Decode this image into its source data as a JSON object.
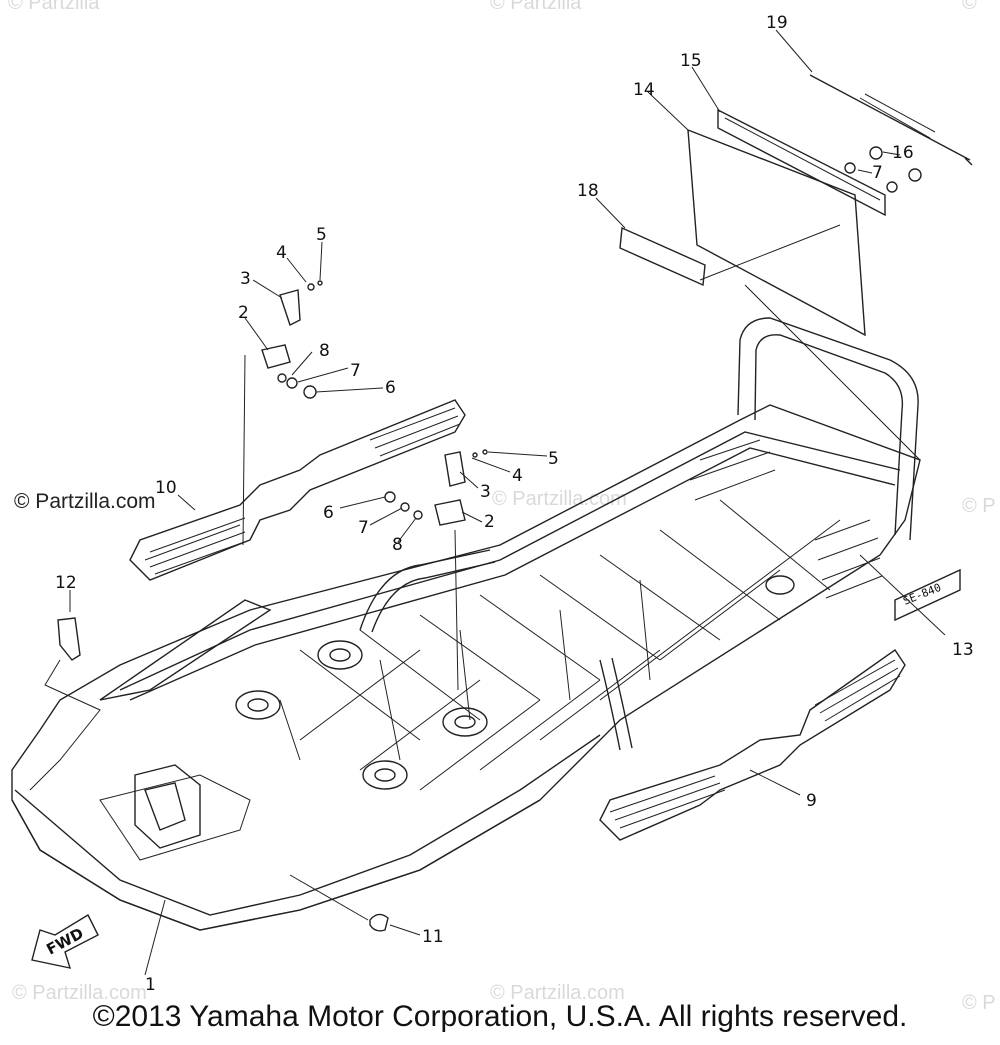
{
  "watermarks": {
    "top_left": "© Partzilla",
    "top_center": "© Partzilla",
    "top_right": "©",
    "mid_center": "© Partzilla.com",
    "mid_right": "© P",
    "bottom_left": "© Partzilla.com",
    "bottom_center": "© Partzilla.com",
    "bottom_right": "© P"
  },
  "logo_text": "© Partzilla.com",
  "copyright": "©2013 Yamaha Motor Corporation, U.S.A. All rights reserved.",
  "fwd_label": "FWD",
  "decal_label": "SE-840",
  "callouts": {
    "c1": "1",
    "c2a": "2",
    "c2b": "2",
    "c3a": "3",
    "c3b": "3",
    "c4a": "4",
    "c4b": "4",
    "c5a": "5",
    "c5b": "5",
    "c6a": "6",
    "c6b": "6",
    "c7a": "7",
    "c7b": "7",
    "c7c": "7",
    "c8a": "8",
    "c8b": "8",
    "c9": "9",
    "c10": "10",
    "c11": "11",
    "c12": "12",
    "c13": "13",
    "c14": "14",
    "c15": "15",
    "c16": "16",
    "c18": "18",
    "c19": "19"
  }
}
